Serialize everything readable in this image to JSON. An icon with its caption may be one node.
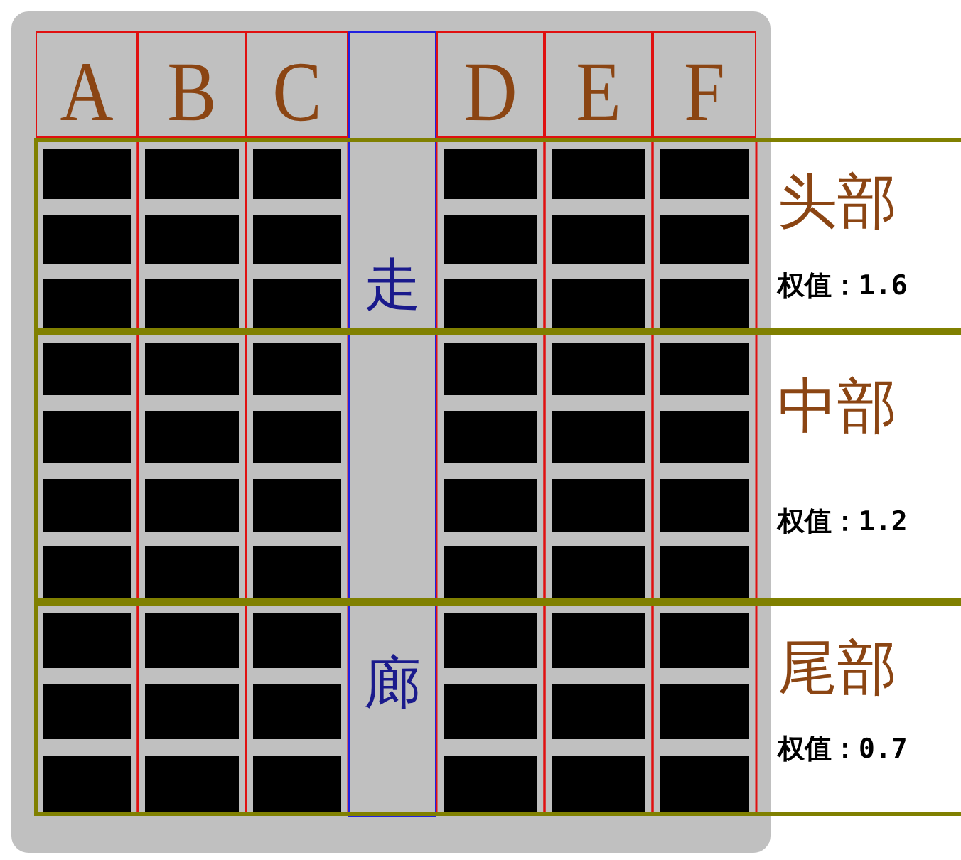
{
  "diagram": {
    "nodes": [
      {
        "text": [
          "A"
        ]
      },
      {
        "text": [
          "B"
        ]
      },
      {
        "text": [
          "C"
        ]
      },
      {
        "text": [
          "走",
          "廊"
        ]
      },
      {
        "text": [
          "D"
        ]
      },
      {
        "text": [
          "E"
        ]
      },
      {
        "text": [
          "F"
        ]
      },
      {
        "text": [
          "头部",
          "权值：1.6"
        ]
      },
      {
        "text": [
          "中部",
          "权值：1.2"
        ]
      },
      {
        "text": [
          "尾部",
          "权值：0.7"
        ]
      }
    ]
  }
}
